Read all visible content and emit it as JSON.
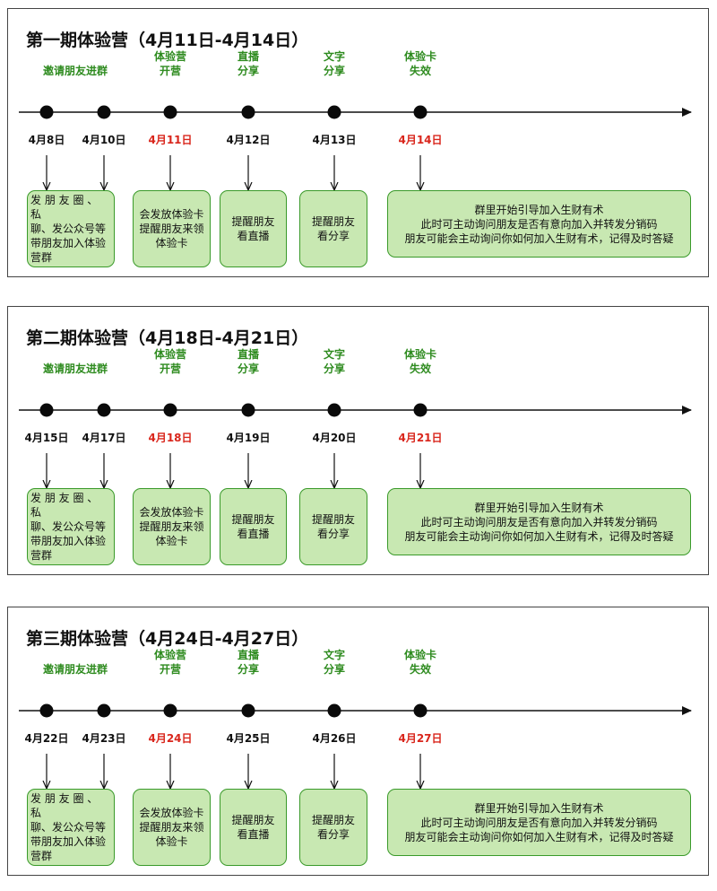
{
  "camps": [
    {
      "title": "第一期体验营（4月11日-4月14日）",
      "phases": [
        {
          "lines": [
            "邀请朋友进群"
          ]
        },
        {
          "lines": [
            "体验营",
            "开营"
          ]
        },
        {
          "lines": [
            "直播",
            "分享"
          ]
        },
        {
          "lines": [
            "文字",
            "分享"
          ]
        },
        {
          "lines": [
            "体验卡",
            "失效"
          ]
        }
      ],
      "dates": [
        {
          "label": "4月8日",
          "highlight": false
        },
        {
          "label": "4月10日",
          "highlight": false
        },
        {
          "label": "4月11日",
          "highlight": true
        },
        {
          "label": "4月12日",
          "highlight": false
        },
        {
          "label": "4月13日",
          "highlight": false
        },
        {
          "label": "4月14日",
          "highlight": true
        }
      ],
      "boxes": [
        {
          "lines": [
            "发 朋 友 圈 、 私",
            "聊、发公众号等",
            "带朋友加入体验",
            "营群"
          ]
        },
        {
          "lines": [
            "会发放体验卡",
            "提醒朋友来领",
            "体验卡"
          ]
        },
        {
          "lines": [
            "提醒朋友",
            "看直播"
          ]
        },
        {
          "lines": [
            "提醒朋友",
            "看分享"
          ]
        },
        {
          "lines": [
            "群里开始引导加入生财有术",
            "此时可主动询问朋友是否有意向加入并转发分销码",
            "朋友可能会主动询问你如何加入生财有术，记得及时答疑"
          ]
        }
      ]
    },
    {
      "title": "第二期体验营（4月18日-4月21日）",
      "phases": [
        {
          "lines": [
            "邀请朋友进群"
          ]
        },
        {
          "lines": [
            "体验营",
            "开营"
          ]
        },
        {
          "lines": [
            "直播",
            "分享"
          ]
        },
        {
          "lines": [
            "文字",
            "分享"
          ]
        },
        {
          "lines": [
            "体验卡",
            "失效"
          ]
        }
      ],
      "dates": [
        {
          "label": "4月15日",
          "highlight": false
        },
        {
          "label": "4月17日",
          "highlight": false
        },
        {
          "label": "4月18日",
          "highlight": true
        },
        {
          "label": "4月19日",
          "highlight": false
        },
        {
          "label": "4月20日",
          "highlight": false
        },
        {
          "label": "4月21日",
          "highlight": true
        }
      ],
      "boxes": [
        {
          "lines": [
            "发 朋 友 圈 、 私",
            "聊、发公众号等",
            "带朋友加入体验",
            "营群"
          ]
        },
        {
          "lines": [
            "会发放体验卡",
            "提醒朋友来领",
            "体验卡"
          ]
        },
        {
          "lines": [
            "提醒朋友",
            "看直播"
          ]
        },
        {
          "lines": [
            "提醒朋友",
            "看分享"
          ]
        },
        {
          "lines": [
            "群里开始引导加入生财有术",
            "此时可主动询问朋友是否有意向加入并转发分销码",
            "朋友可能会主动询问你如何加入生财有术，记得及时答疑"
          ]
        }
      ]
    },
    {
      "title": "第三期体验营（4月24日-4月27日）",
      "phases": [
        {
          "lines": [
            "邀请朋友进群"
          ]
        },
        {
          "lines": [
            "体验营",
            "开营"
          ]
        },
        {
          "lines": [
            "直播",
            "分享"
          ]
        },
        {
          "lines": [
            "文字",
            "分享"
          ]
        },
        {
          "lines": [
            "体验卡",
            "失效"
          ]
        }
      ],
      "dates": [
        {
          "label": "4月22日",
          "highlight": false
        },
        {
          "label": "4月23日",
          "highlight": false
        },
        {
          "label": "4月24日",
          "highlight": true
        },
        {
          "label": "4月25日",
          "highlight": false
        },
        {
          "label": "4月26日",
          "highlight": false
        },
        {
          "label": "4月27日",
          "highlight": true
        }
      ],
      "boxes": [
        {
          "lines": [
            "发 朋 友 圈 、 私",
            "聊、发公众号等",
            "带朋友加入体验",
            "营群"
          ]
        },
        {
          "lines": [
            "会发放体验卡",
            "提醒朋友来领",
            "体验卡"
          ]
        },
        {
          "lines": [
            "提醒朋友",
            "看直播"
          ]
        },
        {
          "lines": [
            "提醒朋友",
            "看分享"
          ]
        },
        {
          "lines": [
            "群里开始引导加入生财有术",
            "此时可主动询问朋友是否有意向加入并转发分销码",
            "朋友可能会主动询问你如何加入生财有术，记得及时答疑"
          ]
        }
      ]
    }
  ]
}
